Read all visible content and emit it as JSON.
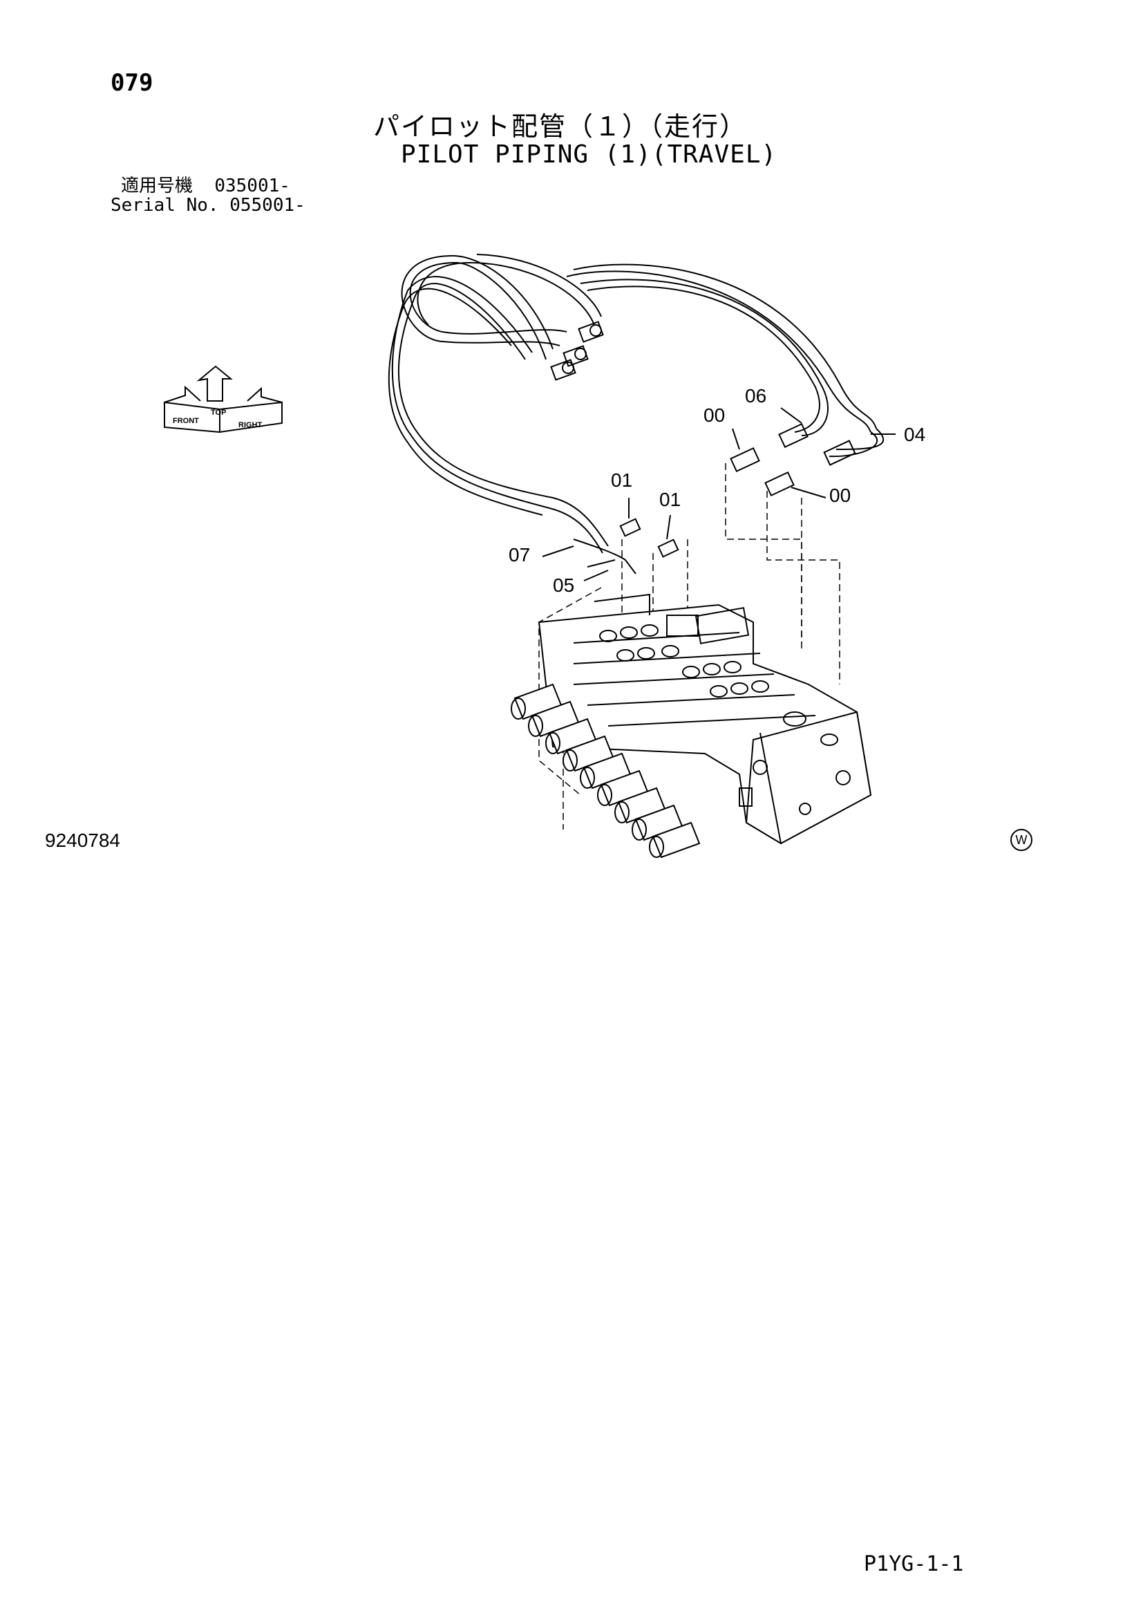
{
  "header": {
    "page_number": "079",
    "title_jp": "パイロット配管（１）（走行）",
    "title_en": "PILOT PIPING (1)(TRAVEL)"
  },
  "serial": {
    "jp_label": "適用号機",
    "jp_value": "035001-",
    "en_label": "Serial No.",
    "en_value": "055001-"
  },
  "direction_indicator": {
    "front": "FRONT",
    "top": "TOP",
    "right": "RIGHT"
  },
  "callouts": [
    "00",
    "06",
    "04",
    "00",
    "01",
    "01",
    "07",
    "05"
  ],
  "footer": {
    "drawing_number": "9240784",
    "w_mark": "W",
    "code": "P1YG-1-1"
  }
}
